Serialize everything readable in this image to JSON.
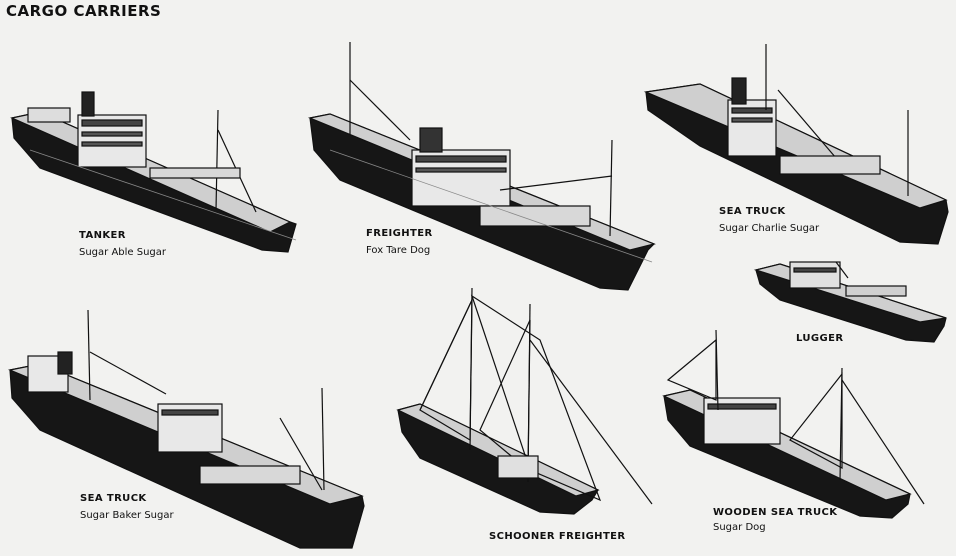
{
  "title": "CARGO CARRIERS",
  "ships": [
    {
      "id": "tanker",
      "name": "TANKER",
      "code": "Sugar Able Sugar"
    },
    {
      "id": "freighter",
      "name": "FREIGHTER",
      "code": "Fox Tare Dog"
    },
    {
      "id": "sea-truck-1",
      "name": "SEA TRUCK",
      "code": "Sugar Charlie Sugar"
    },
    {
      "id": "lugger",
      "name": "LUGGER",
      "code": ""
    },
    {
      "id": "sea-truck-2",
      "name": "SEA TRUCK",
      "code": "Sugar Baker Sugar"
    },
    {
      "id": "schooner-freighter",
      "name": "SCHOONER FREIGHTER",
      "code": ""
    },
    {
      "id": "wooden-sea-truck",
      "name": "WOODEN SEA TRUCK",
      "code": "Sugar Dog"
    }
  ]
}
